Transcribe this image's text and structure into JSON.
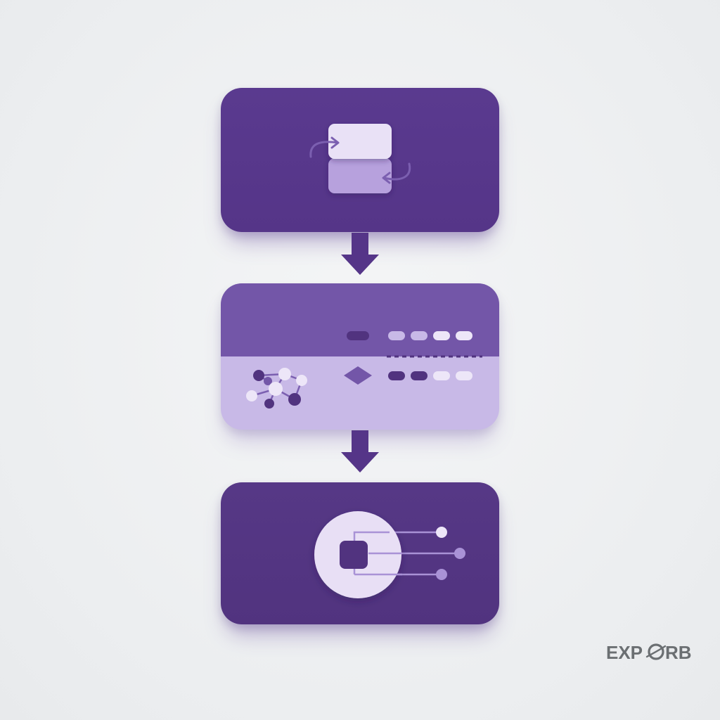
{
  "diagram": {
    "flow": [
      "stage-1",
      "stage-2",
      "stage-3"
    ],
    "colors": {
      "deep_purple": "#553588",
      "mid_purple": "#7356a8",
      "light_lavender": "#c8b9e7",
      "pale_lavender": "#e6dcf4",
      "background": "#eef0f1"
    },
    "stages": [
      {
        "id": "stage-1",
        "icons": [
          "swap-blocks-icon",
          "curved-arrow-right-icon",
          "curved-arrow-left-icon"
        ]
      },
      {
        "id": "stage-2",
        "icons": [
          "network-graph-icon",
          "pill-indicator-icon",
          "diamond-icon",
          "dot-row-icon"
        ]
      },
      {
        "id": "stage-3",
        "icons": [
          "core-circle-icon",
          "branch-connector-icon"
        ]
      }
    ]
  },
  "brand": {
    "text": "EXPORB",
    "text_left": "EXP",
    "text_right": "RB",
    "color": "#6b6f72",
    "accent": "#6b6f72"
  }
}
